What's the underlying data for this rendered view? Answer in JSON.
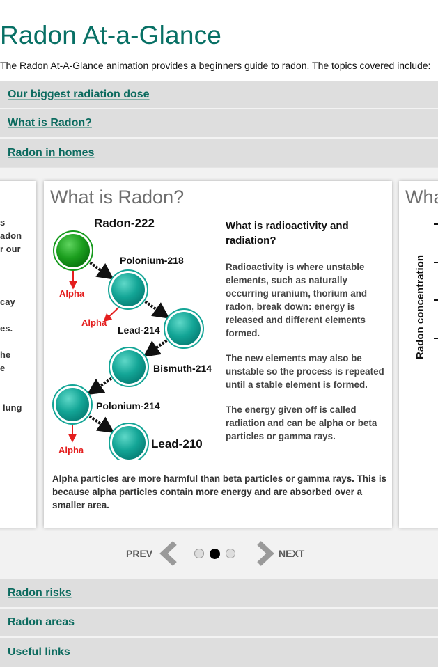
{
  "page": {
    "title": "Radon At-a-Glance",
    "intro": "The Radon At-A-Glance animation provides a beginners guide to radon. The topics covered include:"
  },
  "topics_top": [
    "Our biggest radiation dose",
    "What is Radon?",
    "Radon in homes"
  ],
  "topics_bottom": [
    "Radon risks",
    "Radon areas",
    "Useful links"
  ],
  "slide_prev_fragments": [
    "s",
    "adon",
    "r our",
    "cay",
    "es.",
    "he",
    "e",
    "lung"
  ],
  "slide": {
    "title": "What is Radon?",
    "heading": "What is radioactivity and radiation?",
    "paragraphs": [
      "Radioactivity is where unstable elements, such as naturally occurring uranium, thorium and radon, break down: energy is released and different elements formed.",
      "The new elements may also be unstable so the process is repeated until a stable element is formed.",
      "The energy given off is called radiation and can be alpha or beta particles or gamma rays."
    ],
    "footer": "Alpha particles are more harmful than beta particles or gamma rays. This is because alpha particles contain more energy and are absorbed over a smaller area.",
    "decay_chain": {
      "elements": [
        "Radon-222",
        "Polonium-218",
        "Lead-214",
        "Bismuth-214",
        "Polonium-214",
        "Lead-210"
      ],
      "alpha_label": "Alpha",
      "colors": {
        "first": "#159a1c",
        "rest": "#13a596",
        "alpha": "#e41e1e"
      }
    }
  },
  "slide_next": {
    "title_fragment": "Wha",
    "axis_label": "Radon concentration"
  },
  "nav": {
    "prev_label": "PREV",
    "next_label": "NEXT",
    "page_count": 3,
    "current_page": 2
  },
  "colors": {
    "title_teal": "#087065",
    "link_teal": "#0c6b5f",
    "topic_bg": "#dedede"
  }
}
